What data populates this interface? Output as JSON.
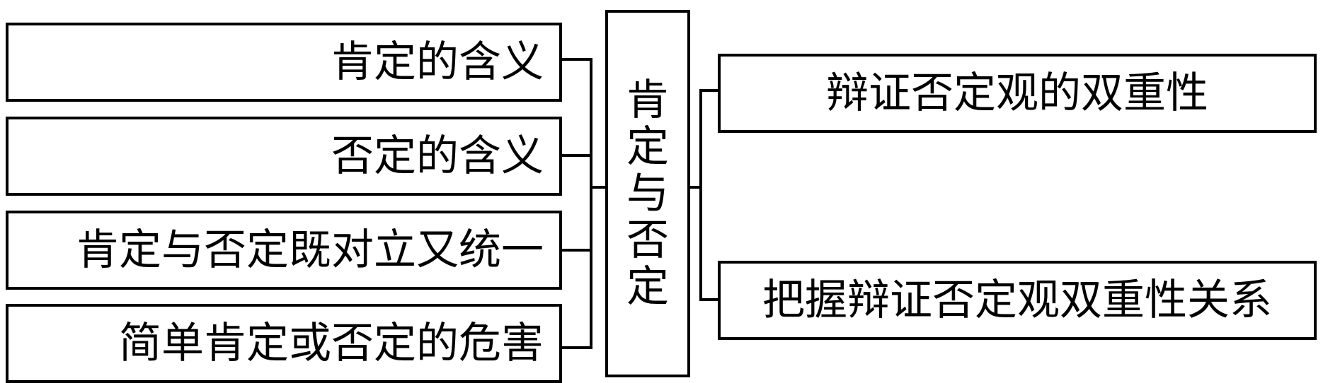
{
  "diagram": {
    "center": {
      "title": "肯定与否定",
      "chars": [
        "肯",
        "定",
        "与",
        "否",
        "定"
      ]
    },
    "left_items": [
      {
        "label": "肯定的含义"
      },
      {
        "label": "否定的含义"
      },
      {
        "label": "肯定与否定既对立又统一"
      },
      {
        "label": "简单肯定或否定的危害"
      }
    ],
    "right_items": [
      {
        "label": "辩证否定观的双重性"
      },
      {
        "label": "把握辩证否定观双重性关系"
      }
    ]
  }
}
